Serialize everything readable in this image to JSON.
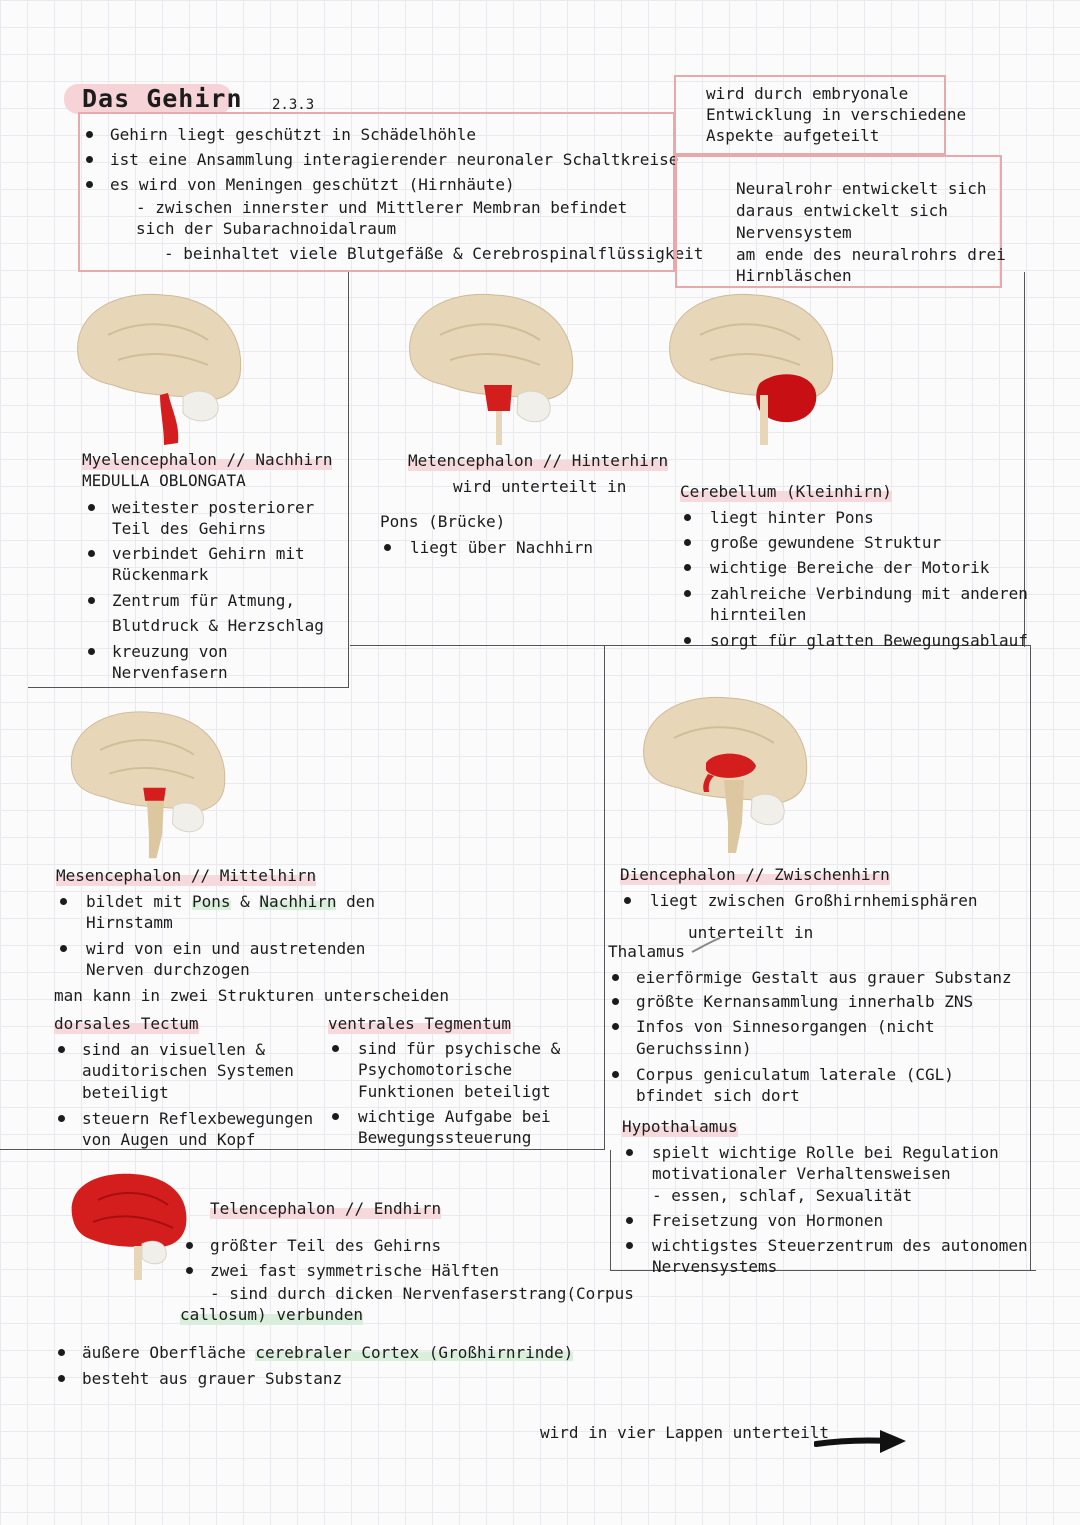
{
  "title": "Das Gehirn",
  "section_number": "2.3.3",
  "intro": {
    "bullets": [
      "Gehirn liegt geschützt in Schädelhöhle",
      "ist eine Ansammlung interagierender neuronaler Schaltkreise",
      "es wird von Meningen geschützt (Hirnhäute)"
    ],
    "sub1_line1": "- zwischen innerster und Mittlerer Membran befindet",
    "sub1_line2": "sich der Subarachnoidalraum",
    "sub2": "- beinhaltet viele Blutgefäße & Cerebrospinalflüssigkeit"
  },
  "side_note_1": [
    "wird durch embryonale",
    "Entwicklung in verschiedene",
    "Aspekte aufgeteilt"
  ],
  "side_note_2": [
    "Neuralrohr entwickelt sich",
    "daraus entwickelt sich",
    "Nervensystem",
    "am ende des neuralrohrs drei",
    "Hirnbläschen"
  ],
  "myelencephalon": {
    "heading": "Myelencephalon // Nachhirn",
    "subheading": "MEDULLA OBLONGATA",
    "lines": [
      "weitester posteriorer",
      "Teil des Gehirns",
      "verbindet Gehirn mit",
      "Rückenmark",
      "Zentrum für Atmung,",
      "Blutdruck & Herzschlag",
      "kreuzung von",
      "Nervenfasern"
    ]
  },
  "metencephalon": {
    "heading": "Metencephalon // Hinterhirn",
    "subheading": "wird unterteilt in",
    "pons_heading": "Pons (Brücke)",
    "pons_bullet": "liegt über Nachhirn"
  },
  "cerebellum": {
    "heading": "Cerebellum (Kleinhirn)",
    "lines": [
      "liegt hinter Pons",
      "große gewundene Struktur",
      "wichtige Bereiche der Motorik",
      "zahlreiche Verbindung mit anderen",
      "hirnteilen",
      "sorgt für glatten Bewegungsablauf"
    ]
  },
  "mesencephalon": {
    "heading": "Mesencephalon // Mittelhirn",
    "b1_pre": "bildet mit",
    "b1_pons": "Pons",
    "b1_amp": "&",
    "b1_nachhirn": "Nachhirn",
    "b1_post": "den",
    "b1_line2": "Hirnstamm",
    "b2_line1": "wird von ein und austretenden",
    "b2_line2": "Nerven durchzogen",
    "distinguish": "man kann in zwei Strukturen unterscheiden",
    "tectum_heading": "dorsales Tectum",
    "tectum_lines": [
      "sind an visuellen &",
      "auditorischen Systemen",
      "beteiligt",
      "steuern Reflexbewegungen",
      "von Augen und Kopf"
    ],
    "tegmentum_heading": "ventrales Tegmentum",
    "tegmentum_lines": [
      "sind für psychische &",
      "Psychomotorische",
      "Funktionen beteiligt",
      "wichtige Aufgabe bei",
      "Bewegungssteuerung"
    ]
  },
  "diencephalon": {
    "heading": "Diencephalon // Zwischenhirn",
    "bullet": "liegt zwischen Großhirnhemisphären",
    "subdivided": "unterteilt in",
    "thalamus_heading": "Thalamus",
    "thalamus_lines": [
      "eierförmige Gestalt aus grauer Substanz",
      "größte Kernansammlung innerhalb ZNS",
      "Infos von Sinnesorgangen (nicht",
      "Geruchssinn)",
      "Corpus geniculatum laterale (CGL)",
      "bfindet sich dort"
    ],
    "hypothalamus_heading": "Hypothalamus",
    "hypothalamus_lines": [
      "spielt wichtige Rolle bei Regulation",
      "motivationaler Verhaltensweisen",
      "- essen, schlaf, Sexualität",
      "Freisetzung von Hormonen",
      "wichtigstes Steuerzentrum des autonomen",
      "Nervensystems"
    ]
  },
  "telencephalon": {
    "heading": "Telencephalon // Endhirn",
    "b1": "größter Teil des Gehirns",
    "b2": "zwei fast symmetrische Hälften",
    "sub_line1": "- sind durch dicken Nervenfaserstrang(Corpus",
    "sub_line2": "callosum) verbunden"
  },
  "cortex": {
    "b1_pre": "äußere Oberfläche",
    "b1_hl": "cerebraler Cortex (Großhirnrinde)",
    "b2": "besteht aus grauer Substanz"
  },
  "footer_note": "wird in vier Lappen unterteilt",
  "colors": {
    "highlight_pink": "#f6d9dc",
    "highlight_green": "#d9eedb",
    "box_border": "#e8a9ad",
    "brain_red": "#d41e1e",
    "brain_tan": "#e7d6b8"
  },
  "icons": [
    "brain-illustration-icon",
    "arrow-right-icon"
  ]
}
